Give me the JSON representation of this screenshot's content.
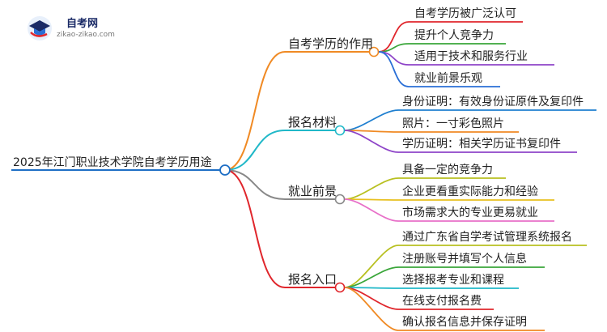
{
  "logo": {
    "title": "自考网",
    "url": "zikao-zikao.com"
  },
  "root": {
    "label": "2025年江门职业技术学院自考学历用途",
    "color": "#1f6fc5"
  },
  "branches": [
    {
      "label": "自考学历的作用",
      "color": "#f08a24",
      "children": [
        {
          "label": "自考学历被广泛认可",
          "color": "#e0262c"
        },
        {
          "label": "提升个人竞争力",
          "color": "#3aa63a"
        },
        {
          "label": "适用于技术和服务行业",
          "color": "#8e44c8"
        },
        {
          "label": "就业前景乐观",
          "color": "#2a6fd6"
        }
      ]
    },
    {
      "label": "报名材料",
      "color": "#20b8c8",
      "children": [
        {
          "label": "身份证明：有效身份证原件及复印件",
          "color": "#1f7fd0"
        },
        {
          "label": "照片：一寸彩色照片",
          "color": "#f08a24"
        },
        {
          "label": "学历证明：相关学历证书复印件",
          "color": "#8e44c8"
        }
      ]
    },
    {
      "label": "就业前景",
      "color": "#888888",
      "children": [
        {
          "label": "具备一定的竞争力",
          "color": "#b8c020"
        },
        {
          "label": "企业更看重实际能力和经验",
          "color": "#e8c020"
        },
        {
          "label": "市场需求大的专业更易就业",
          "color": "#e870c8"
        }
      ]
    },
    {
      "label": "报名入口",
      "color": "#e0262c",
      "children": [
        {
          "label": "通过广东省自学考试管理系统报名",
          "color": "#b8c020"
        },
        {
          "label": "注册账号并填写个人信息",
          "color": "#3aa63a"
        },
        {
          "label": "选择报考专业和课程",
          "color": "#20b8c8"
        },
        {
          "label": "在线支付报名费",
          "color": "#e0262c"
        },
        {
          "label": "确认报名信息并保存证明",
          "color": "#f08a24"
        }
      ]
    }
  ]
}
